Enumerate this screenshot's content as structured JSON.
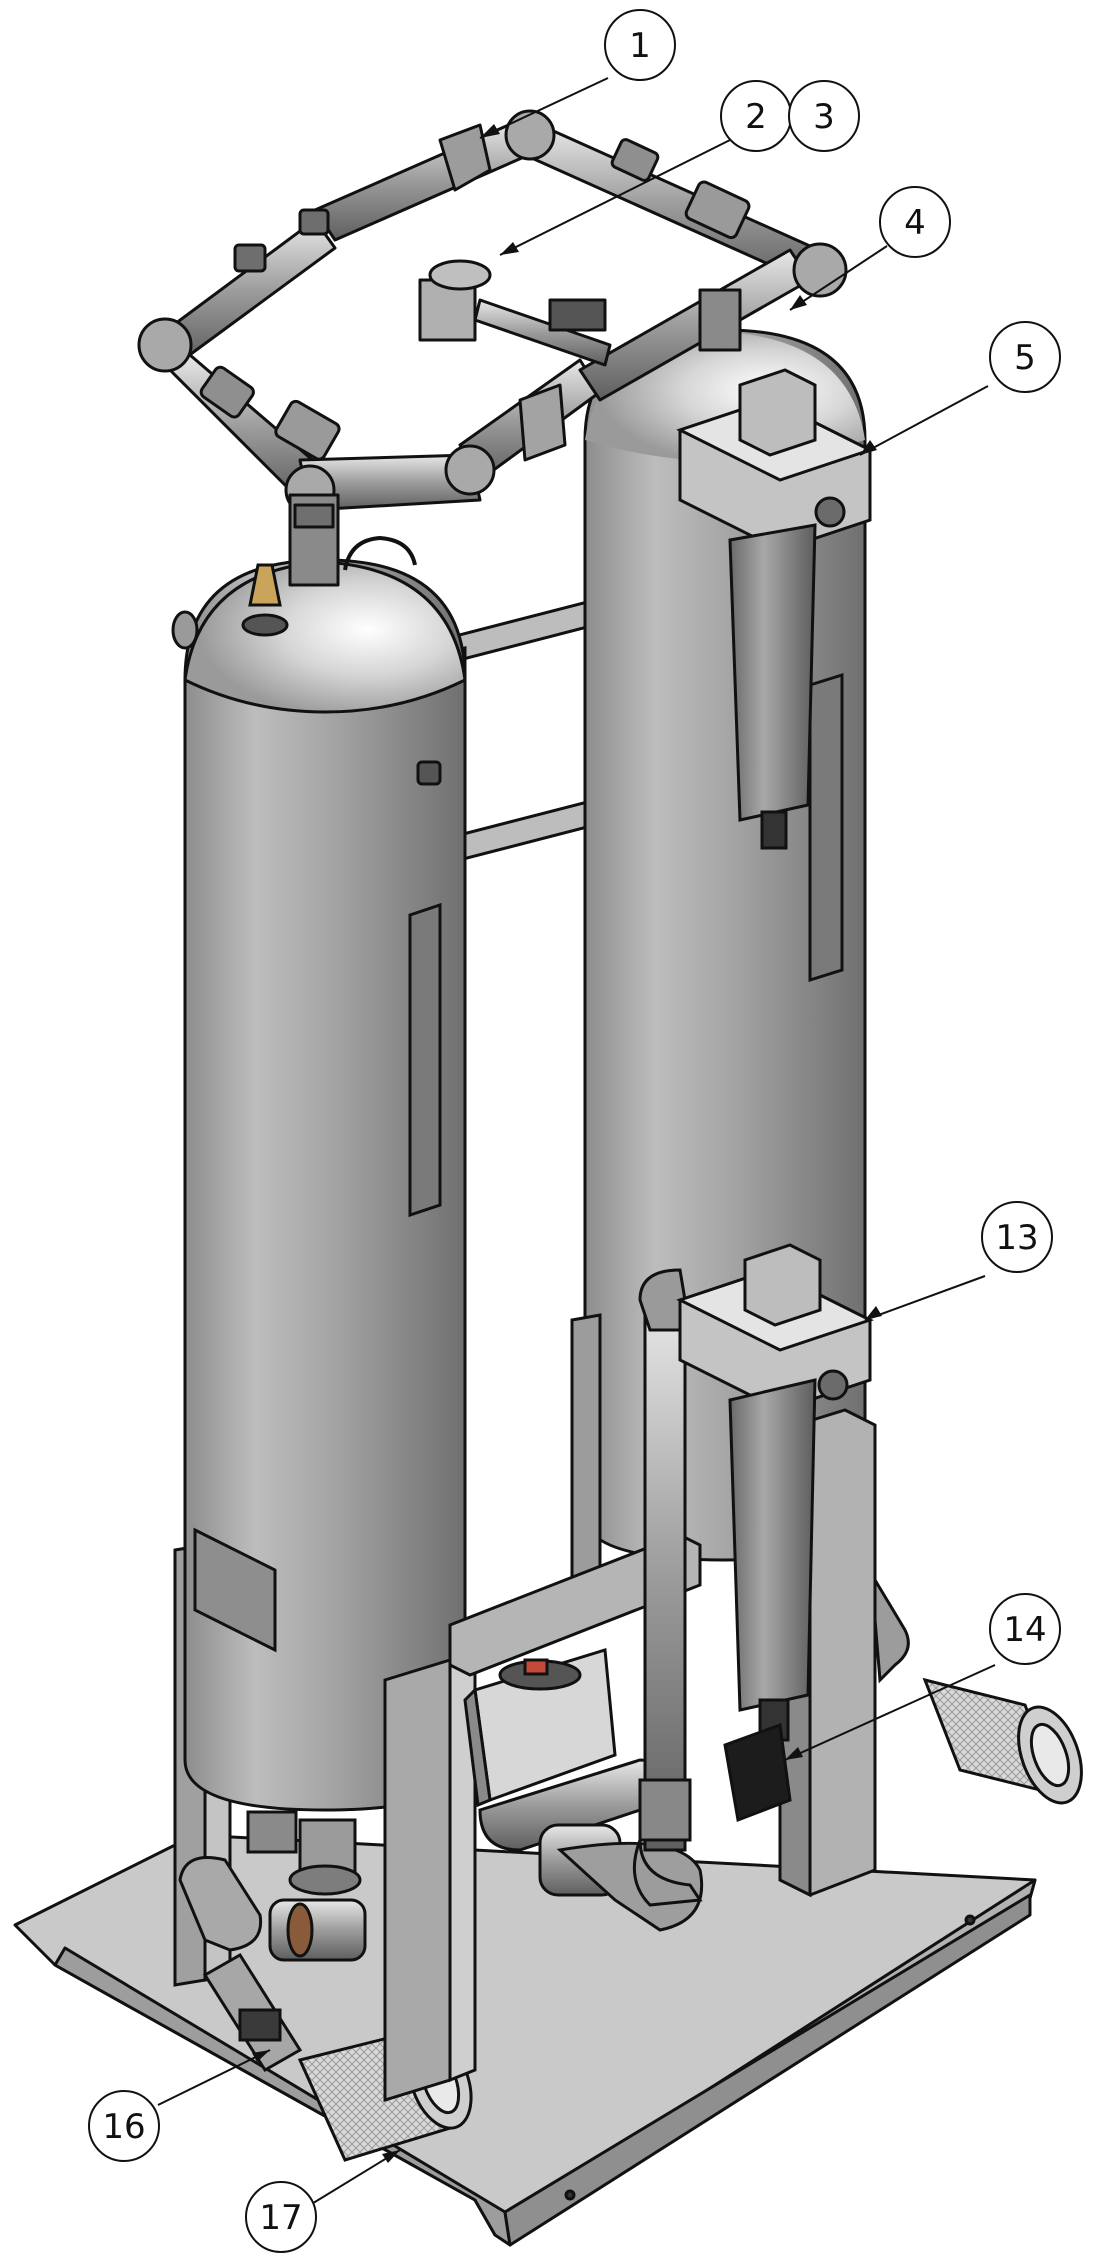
{
  "diagram": {
    "callouts": [
      {
        "id": "c1",
        "label": "1"
      },
      {
        "id": "c2",
        "label": "2"
      },
      {
        "id": "c3",
        "label": "3"
      },
      {
        "id": "c4",
        "label": "4"
      },
      {
        "id": "c5",
        "label": "5"
      },
      {
        "id": "c13",
        "label": "13"
      },
      {
        "id": "c14",
        "label": "14"
      },
      {
        "id": "c16",
        "label": "16"
      },
      {
        "id": "c17",
        "label": "17"
      }
    ]
  },
  "colors": {
    "vessel_light": "#e6e6e6",
    "vessel_mid": "#a9a9a9",
    "vessel_dark": "#6e6e6e",
    "frame": "#b8b8b8",
    "frame_dark": "#8a8a8a",
    "panel_tan": "#cbb991",
    "outline": "#111111",
    "strainer": "#cfcfcf",
    "solenoid": "#1c1c1c"
  }
}
